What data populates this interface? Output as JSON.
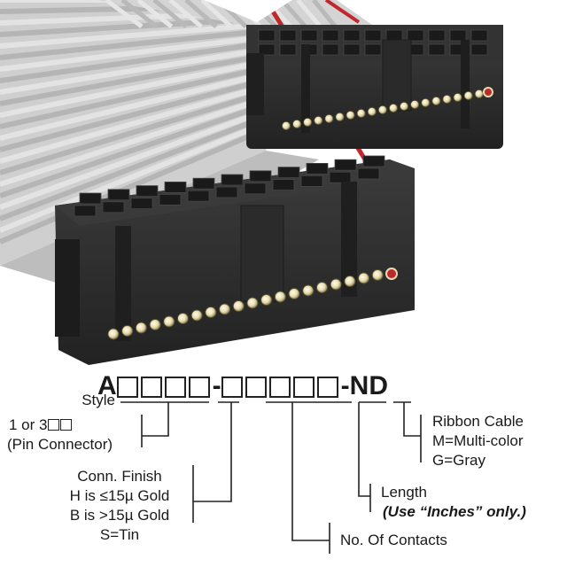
{
  "part_number": {
    "prefix": "A",
    "separator": "-",
    "suffix": "-ND"
  },
  "labels": {
    "style": "Style",
    "style_option_1": "1 or 3",
    "style_option_2": "(Pin Connector)",
    "conn_finish_title": "Conn. Finish",
    "conn_finish_h": "H is ≤15µ  Gold",
    "conn_finish_b": "B is >15µ  Gold",
    "conn_finish_s": "S=Tin",
    "ribbon_cable_title": "Ribbon Cable",
    "ribbon_cable_m": "M=Multi-color",
    "ribbon_cable_g": "G=Gray",
    "length_title": "Length",
    "length_note": "(Use “Inches” only.)",
    "contacts": "No. Of Contacts"
  },
  "colors": {
    "connector_body": "#2b2b2b",
    "cable_gray": "#c9c9c9",
    "cable_red_stripe": "#c0282d",
    "pin_gold": "#e6dcae"
  }
}
